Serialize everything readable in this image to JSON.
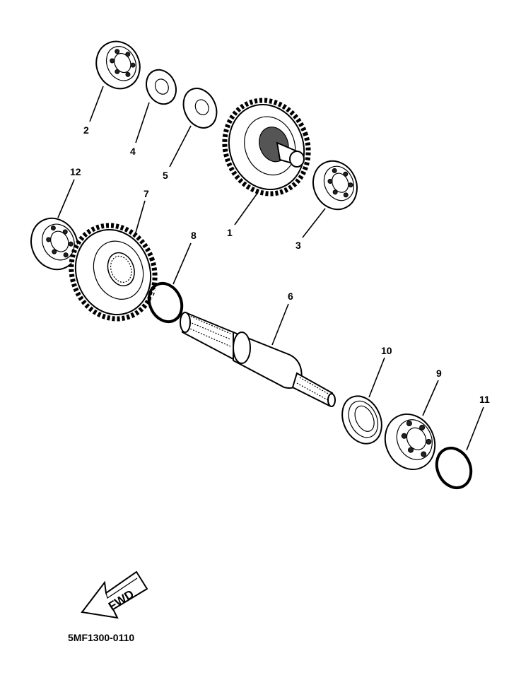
{
  "callouts": [
    {
      "id": "1",
      "label": "1"
    },
    {
      "id": "2",
      "label": "2"
    },
    {
      "id": "3",
      "label": "3"
    },
    {
      "id": "4",
      "label": "4"
    },
    {
      "id": "5",
      "label": "5"
    },
    {
      "id": "6",
      "label": "6"
    },
    {
      "id": "7",
      "label": "7"
    },
    {
      "id": "8",
      "label": "8"
    },
    {
      "id": "9",
      "label": "9"
    },
    {
      "id": "10",
      "label": "10"
    },
    {
      "id": "11",
      "label": "11"
    },
    {
      "id": "12",
      "label": "12"
    }
  ],
  "direction_arrow": {
    "label": "FWD"
  },
  "diagram_code": "5MF1300-0110"
}
